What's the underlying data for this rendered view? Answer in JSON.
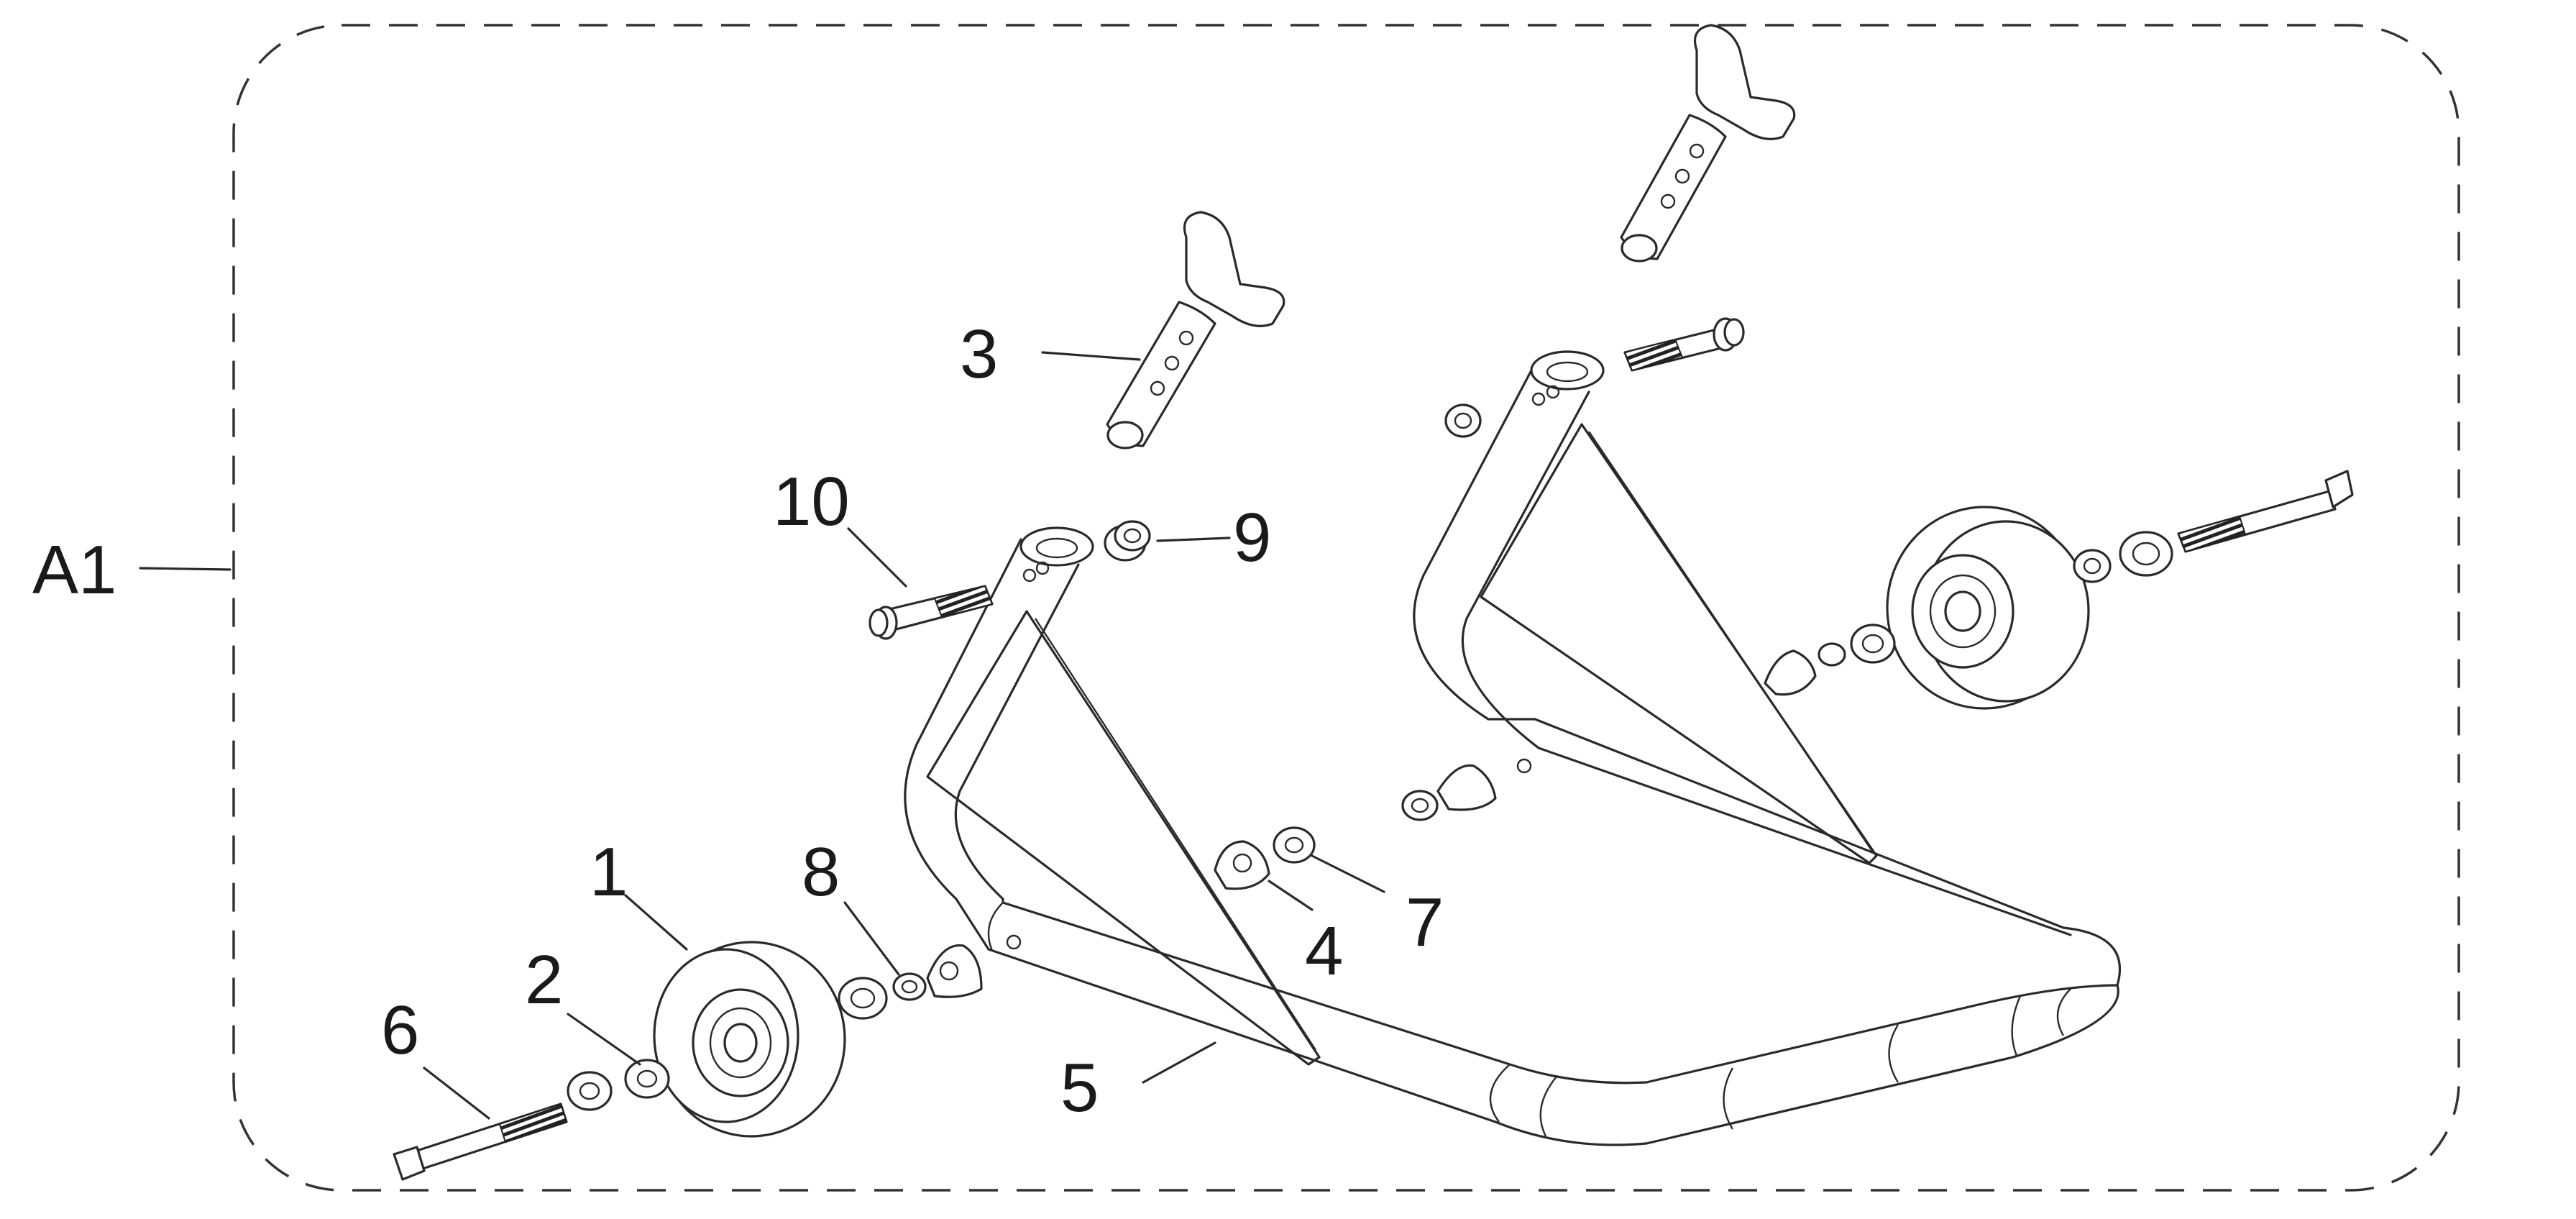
{
  "diagram": {
    "group_label": "A1",
    "callouts": [
      {
        "id": "1",
        "text": "1"
      },
      {
        "id": "2",
        "text": "2"
      },
      {
        "id": "3",
        "text": "3"
      },
      {
        "id": "4",
        "text": "4"
      },
      {
        "id": "5",
        "text": "5"
      },
      {
        "id": "6",
        "text": "6"
      },
      {
        "id": "7",
        "text": "7"
      },
      {
        "id": "8",
        "text": "8"
      },
      {
        "id": "9",
        "text": "9"
      },
      {
        "id": "10",
        "text": "10"
      }
    ]
  }
}
